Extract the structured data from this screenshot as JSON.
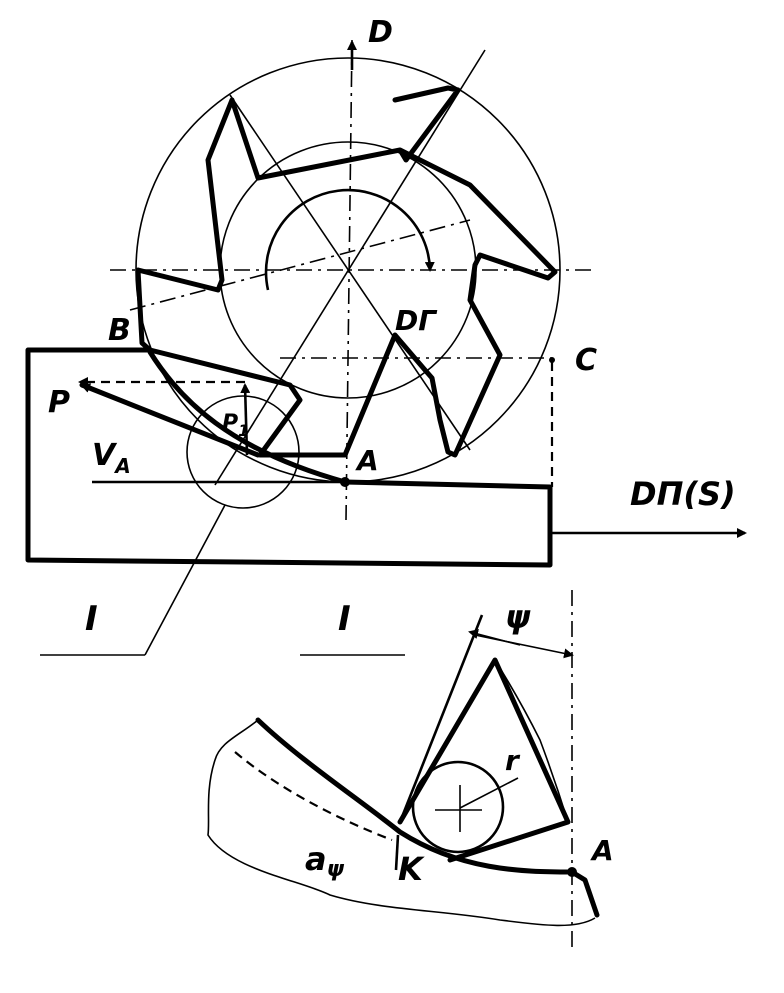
{
  "labels": {
    "d": "D",
    "dg": "DГ",
    "b": "B",
    "c": "C",
    "p": "P",
    "p1": "P",
    "p1_sub": "1",
    "va": "V",
    "va_sub": "A",
    "a_top": "A",
    "dp": "DП(S)",
    "roman_left": "I",
    "roman_mid": "I",
    "psi": "ψ",
    "r": "r",
    "a_psi": "a",
    "a_psi_sub": "ψ",
    "k": "K",
    "a_bottom": "A"
  }
}
